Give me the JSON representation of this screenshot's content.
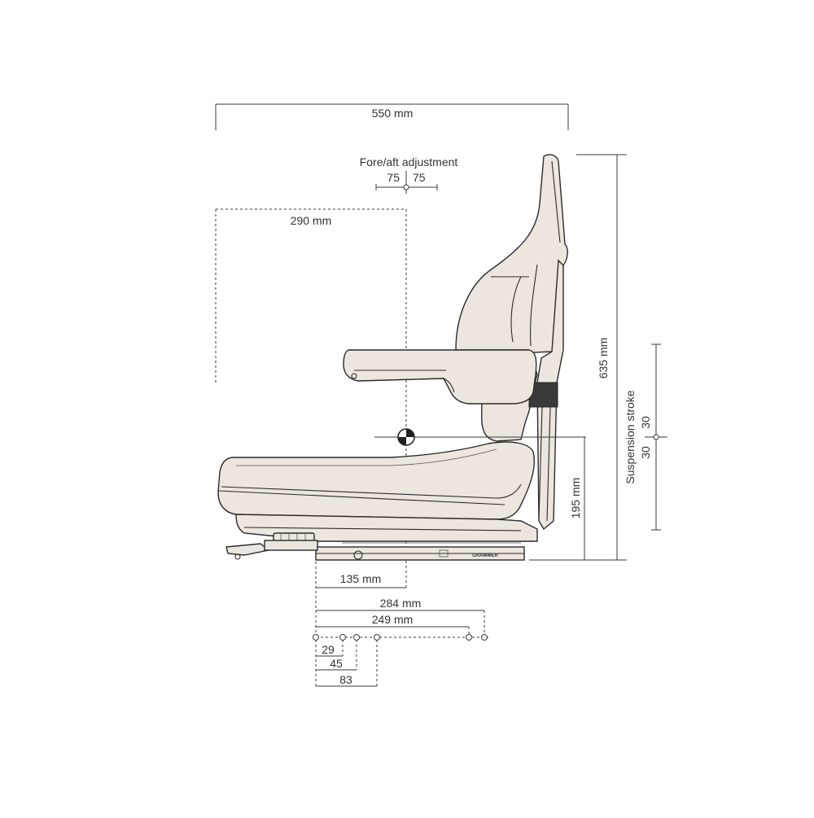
{
  "dimensions": {
    "overall_width": "550 mm",
    "fore_aft_title": "Fore/aft adjustment",
    "fore_aft_left": "75",
    "fore_aft_right": "75",
    "backrest_offset": "290 mm",
    "overall_height": "635 mm",
    "suspension_title": "Suspension stroke",
    "suspension_up": "30",
    "suspension_down": "30",
    "seat_height": "195 mm",
    "rail_offset": "135 mm",
    "rail_length_a": "284 mm",
    "rail_length_b": "249 mm",
    "hole_29": "29",
    "hole_45": "45",
    "hole_83": "83"
  },
  "brand_label": "GRAMMER",
  "colors": {
    "line": "#3a3a3a",
    "seat_fill": "#ece6de",
    "text": "#333333"
  }
}
